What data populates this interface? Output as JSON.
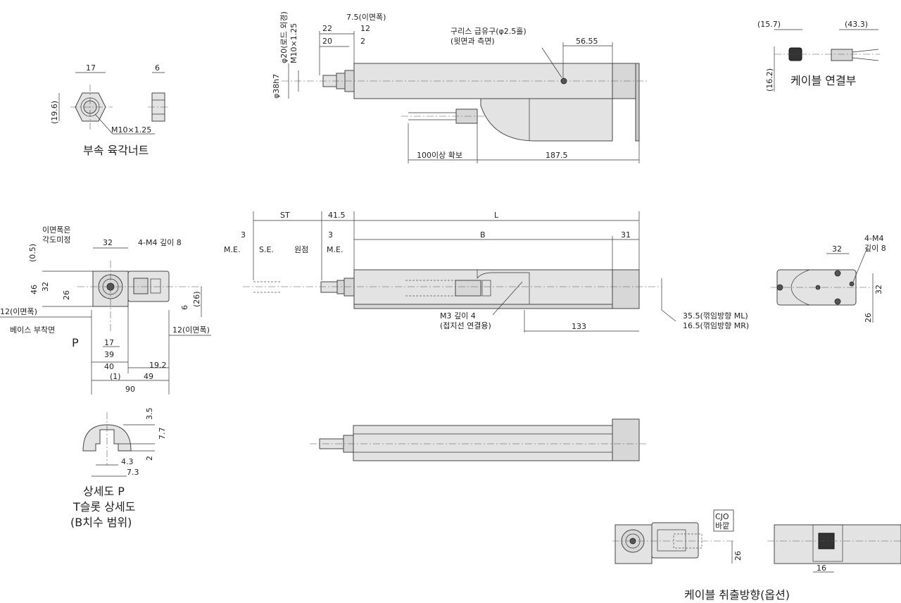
{
  "top_view": {
    "dims": {
      "phi20": "φ20(로드 외경)",
      "m10": "M10×1.25",
      "d75": "7.5(이면폭)",
      "d22": "22",
      "d20": "20",
      "d12": "12",
      "d2": "2",
      "phi38": "φ38h7",
      "grease": "구리스 급유구(φ2.5홀)",
      "grease2": "(윗면과 측면)",
      "d5655": "56.55",
      "d100": "100이상 확보",
      "d1875": "187.5"
    }
  },
  "nut": {
    "caption": "부속 육각너트",
    "dims": {
      "w17": "17",
      "w6": "6",
      "h196": "(19.6)",
      "m10": "M10×1.25"
    }
  },
  "cable_conn": {
    "caption": "케이블 연결부",
    "dims": {
      "d157": "(15.7)",
      "d433": "(43.3)",
      "d162": "(16.2)"
    }
  },
  "end_view": {
    "dims": {
      "face": "이면폭은",
      "face2": "각도미정",
      "d32": "32",
      "m4": "4-M4 깊이 8",
      "d05": "(0.5)",
      "d46": "46",
      "d32v": "32",
      "d26": "26",
      "d6": "6",
      "d26p": "(26)",
      "w12a": "12(이면폭)",
      "base": "베이스 부착면",
      "w12b": "12(이면폭)",
      "p": "P",
      "d17": "17",
      "d39": "39",
      "d40": "40",
      "d192": "19.2",
      "d1": "(1)",
      "d49": "49",
      "d90": "90"
    }
  },
  "front_view": {
    "dims": {
      "st": "ST",
      "d415": "41.5",
      "l": "L",
      "d3a": "3",
      "d3b": "3",
      "b": "B",
      "d31": "31",
      "me1": "M.E.",
      "se": "S.E.",
      "origin": "원점",
      "me2": "M.E.",
      "m3": "M3 깊이 4",
      "m3b": "(접지선 연결용)",
      "d133": "133",
      "ml": "35.5(꺾임방향 ML)",
      "mr": "16.5(꺾임방향 MR)"
    }
  },
  "right_view": {
    "dims": {
      "m4": "4-M4",
      "m4b": "깊이 8",
      "d32": "32",
      "d32v": "32",
      "d26": "26"
    }
  },
  "tslot": {
    "caption1": "상세도 P",
    "caption2": "T슬롯 상세도",
    "caption3": "(B치수 범위)",
    "dims": {
      "d35": "3.5",
      "d77": "7.7",
      "d2": "2",
      "d43": "4.3",
      "d73": "7.3"
    }
  },
  "option": {
    "caption": "케이블 취출방향(옵션)",
    "dims": {
      "cjo": "CJO",
      "cjo2": "바깥",
      "d26": "26",
      "d16": "16"
    }
  },
  "colors": {
    "body": "#e3e3e3",
    "line": "#444444"
  }
}
